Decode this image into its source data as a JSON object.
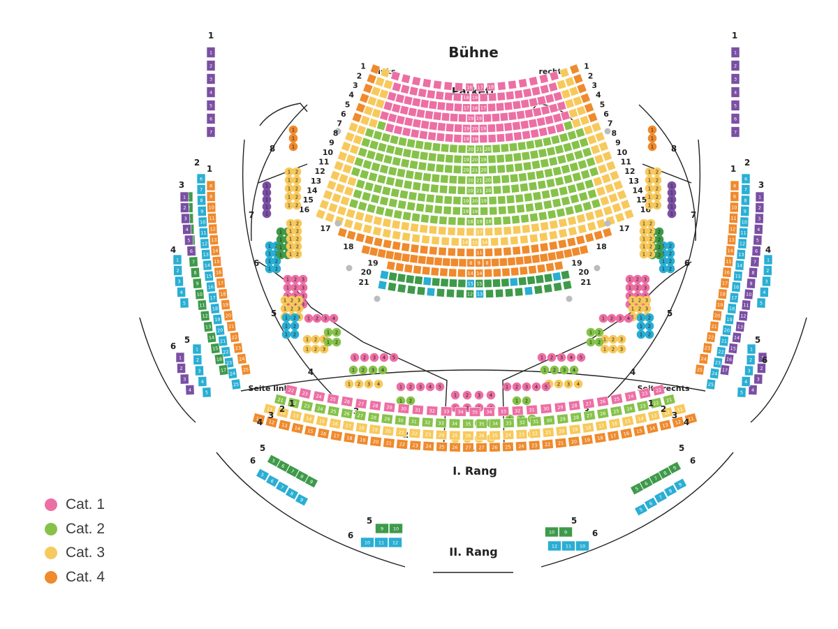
{
  "colors": {
    "cat1": "#ec6fa4",
    "cat2": "#86c24a",
    "cat3": "#f7c95c",
    "cat4": "#ef8a2d",
    "wheelchair": "#b9bcc0",
    "purple": "#7a4fa3",
    "teal": "#2aaed3",
    "darkgreen": "#3e9a4a",
    "ink": "#222222"
  },
  "header": {
    "stage": "Bühne",
    "left": "links",
    "right": "rechts"
  },
  "sections": {
    "parkett": "Parkett",
    "rang1": "I. Rang",
    "rang2": "II. Rang",
    "seite_links": "Seite links",
    "seite_rechts": "Seite rechts"
  },
  "parkett_rows": [
    "1",
    "2",
    "3",
    "4",
    "5",
    "6",
    "7",
    "8",
    "9",
    "10",
    "11",
    "12",
    "13",
    "14",
    "15",
    "16",
    "17",
    "18",
    "19",
    "20",
    "21"
  ],
  "center_numbers": [
    [
      "16",
      "17",
      "18"
    ],
    [
      "18",
      "19"
    ],
    [
      "17",
      "18",
      "17"
    ],
    [
      "19",
      "19"
    ],
    [
      "19",
      "20",
      "19"
    ],
    [
      "19",
      "19"
    ],
    [
      "20",
      "21",
      "20"
    ],
    [
      "19",
      "20",
      "19"
    ],
    [
      "20",
      "21",
      "20"
    ],
    [
      "20",
      "21",
      "20"
    ],
    [
      "20",
      "21",
      "20"
    ],
    [
      "19",
      "20",
      "19"
    ],
    [
      "19",
      "19"
    ],
    [
      "18",
      "19",
      "18"
    ],
    [
      "17"
    ],
    [
      "14",
      "15",
      "14"
    ],
    [
      "11"
    ],
    [
      "8",
      "9",
      "8"
    ],
    [
      "14",
      "14"
    ],
    [
      "15",
      "15"
    ],
    [
      "12",
      "13"
    ]
  ],
  "side_labels": {
    "left_mid": [
      "8",
      "7",
      "6",
      "5",
      "4",
      "3",
      "2",
      "1"
    ],
    "right_mid": [
      "8",
      "7",
      "6",
      "5",
      "4",
      "3",
      "2"
    ],
    "left_outer": [
      "1",
      "2",
      "3",
      "4",
      "5",
      "6"
    ],
    "right_outer": [
      "1",
      "2",
      "3",
      "4",
      "5",
      "6"
    ]
  },
  "box_seats_top": [
    "1",
    "2",
    "3",
    "4",
    "5",
    "6",
    "7"
  ],
  "rang_rows": [
    "1",
    "2",
    "3",
    "4",
    "5",
    "6"
  ],
  "rang_numbers": {
    "row1": [
      "22",
      "23",
      "24",
      "25",
      "26",
      "27",
      "28",
      "29",
      "30",
      "31",
      "32",
      "33",
      "34",
      "35",
      "34",
      "33",
      "32",
      "31",
      "30",
      "29",
      "28",
      "27",
      "26",
      "25",
      "24",
      "23",
      "22"
    ],
    "row2": [
      "21",
      "22",
      "23",
      "24",
      "25",
      "26",
      "27",
      "28",
      "29",
      "30",
      "31",
      "32",
      "33",
      "34",
      "35",
      "35",
      "34",
      "33",
      "32",
      "31",
      "30",
      "29",
      "28",
      "27",
      "26",
      "25",
      "24",
      "23",
      "22",
      "21"
    ]
  },
  "lower_blocks": {
    "left_5": [
      "9",
      "10"
    ],
    "left_6": [
      "10",
      "11",
      "12"
    ],
    "right_5": [
      "10",
      "9"
    ],
    "right_6": [
      "12",
      "11",
      "10"
    ]
  },
  "legend": [
    {
      "label": "Cat. 1",
      "color": "#ec6fa4"
    },
    {
      "label": "Cat. 2",
      "color": "#86c24a"
    },
    {
      "label": "Cat. 3",
      "color": "#f7c95c"
    },
    {
      "label": "Cat. 4",
      "color": "#ef8a2d"
    }
  ]
}
